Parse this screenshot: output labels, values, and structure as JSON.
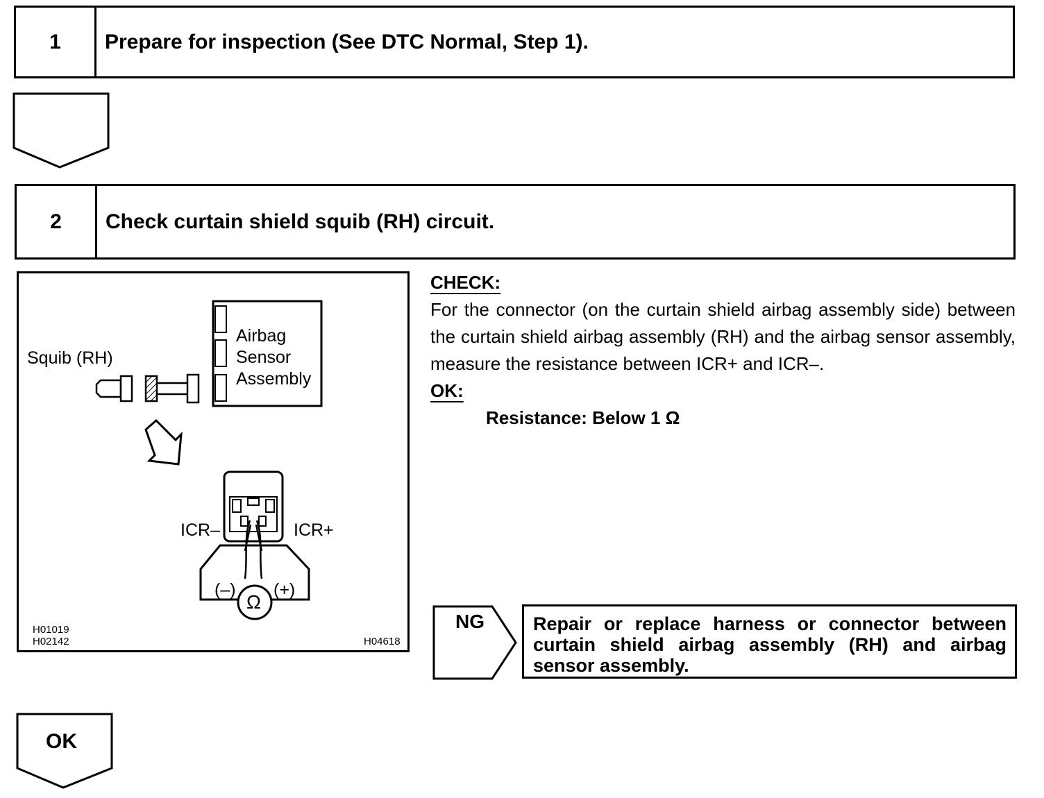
{
  "step1": {
    "number": "1",
    "title": "Prepare for inspection (See DTC Normal, Step 1)."
  },
  "step2": {
    "number": "2",
    "title": "Check curtain shield squib (RH) circuit."
  },
  "diagram": {
    "squib_label": "Squib (RH)",
    "sensor_label_1": "Airbag",
    "sensor_label_2": "Sensor",
    "sensor_label_3": "Assembly",
    "icr_minus": "ICR–",
    "icr_plus": "ICR+",
    "meter_minus": "(–)",
    "meter_plus": "(+)",
    "ohm_symbol": "Ω",
    "code_1": "H01019",
    "code_2": "H02142",
    "code_3": "H04618"
  },
  "check": {
    "heading": "CHECK:",
    "text": "For the connector (on the curtain shield airbag assembly side) between the curtain shield airbag assembly (RH) and the airbag sensor assembly, measure the resistance between ICR+ and ICR–.",
    "ok_heading": "OK:",
    "ok_value": "Resistance: Below 1 Ω"
  },
  "ng": {
    "label": "NG",
    "action": "Repair or replace harness or connector between curtain shield airbag assembly (RH) and airbag sensor assembly."
  },
  "ok_label": "OK"
}
